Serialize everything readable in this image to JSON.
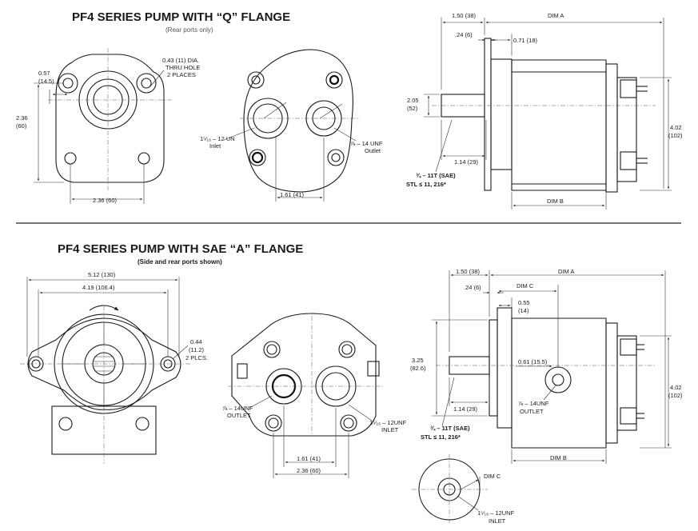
{
  "section_q": {
    "title": "PF4 SERIES PUMP WITH “Q” FLANGE",
    "subtitle": "(Rear ports only)",
    "dim_057": "0.57",
    "dim_145": "(14.5)",
    "dim_043": "0.43 (11) DIA.",
    "thru_hole": "THRU HOLE",
    "two_places": "2 PLACES",
    "dim_236_v": "2.36",
    "dim_60_v": "(60)",
    "dim_236_h": "2.36 (60)",
    "inlet_size": "1⁵⁄₁₆ – 12 UN",
    "inlet": "Inlet",
    "outlet_size": "⅞ – 14 UNF",
    "outlet": "Outlet",
    "dim_161": "1.61 (41)",
    "dim_150": "1.50 (38)",
    "dim_a": "DIM A",
    "dim_24": ".24 (6)",
    "dim_071": "0.71 (18)",
    "dim_205": "2.05",
    "dim_52": "(52)",
    "dim_114": "1.14 (29)",
    "shaft_spec": "¾ – 11T (SAE)",
    "stl": "STL ≤ 11, 216*",
    "dim_402": "4.02",
    "dim_102": "(102)",
    "dim_b": "DIM B"
  },
  "section_a": {
    "title": "PF4 SERIES PUMP WITH SAE “A” FLANGE",
    "subtitle": "(Side and rear ports shown)",
    "dim_512": "5.12 (130)",
    "dim_419": "4.19 (106.4)",
    "dim_044": "0.44",
    "dim_112": "(11.2)",
    "two_plcs": "2 PLCS.",
    "outlet_size": "⅞ – 14UNF",
    "outlet": "OUTLET",
    "inlet_size": "1⁵⁄₁₆ – 12UNF",
    "inlet": "INLET",
    "dim_161": "1.61 (41)",
    "dim_236": "2.36 (60)",
    "dim_150": "1.50 (38)",
    "dim_a": "DIM A",
    "dim_24": ".24 (6)",
    "dim_c": "DIM C",
    "dim_055": "0.55",
    "dim_14": "(14)",
    "dim_325": "3.25",
    "dim_826": "(82.6)",
    "dim_061": "0.61 (15.5)",
    "dim_114": "1.14 (29)",
    "side_outlet_size": "⅞ – 14UNF",
    "side_outlet": "OUTLET",
    "shaft_spec": "¾ – 11T (SAE)",
    "stl": "STL ≤ 11, 216*",
    "dim_402": "4.02",
    "dim_102": "(102)",
    "dim_b": "DIM B",
    "detail_dim_c": "DIM C",
    "detail_inlet_size": "1⁵⁄₁₆ – 12UNF",
    "detail_inlet": "INLET"
  }
}
